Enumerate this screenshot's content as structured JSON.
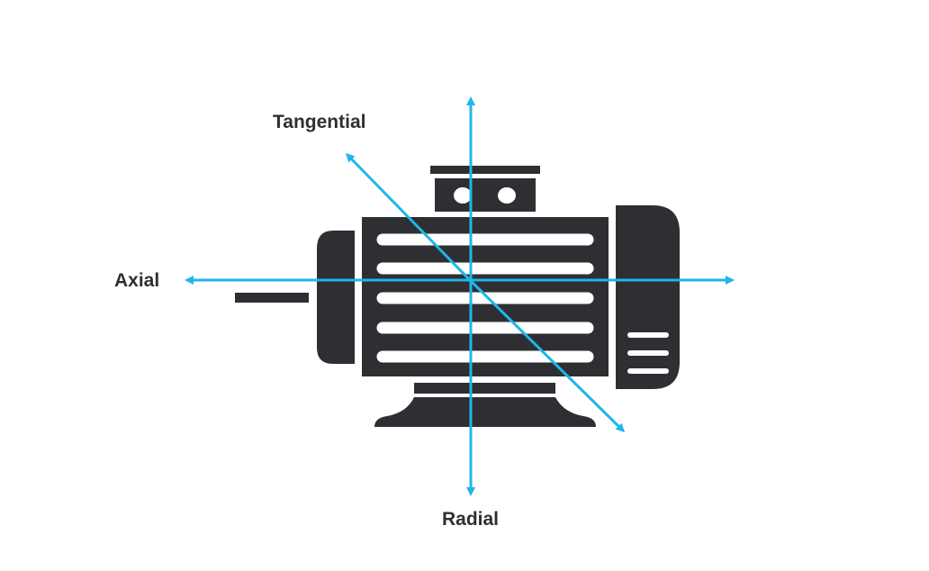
{
  "labels": {
    "tangential": "Tangential",
    "axial": "Axial",
    "radial": "Radial"
  },
  "colors": {
    "motor": "#2e2f33",
    "arrow": "#1fb6ea",
    "background": "#ffffff"
  },
  "icons": {
    "motor": "electric-motor-icon"
  }
}
